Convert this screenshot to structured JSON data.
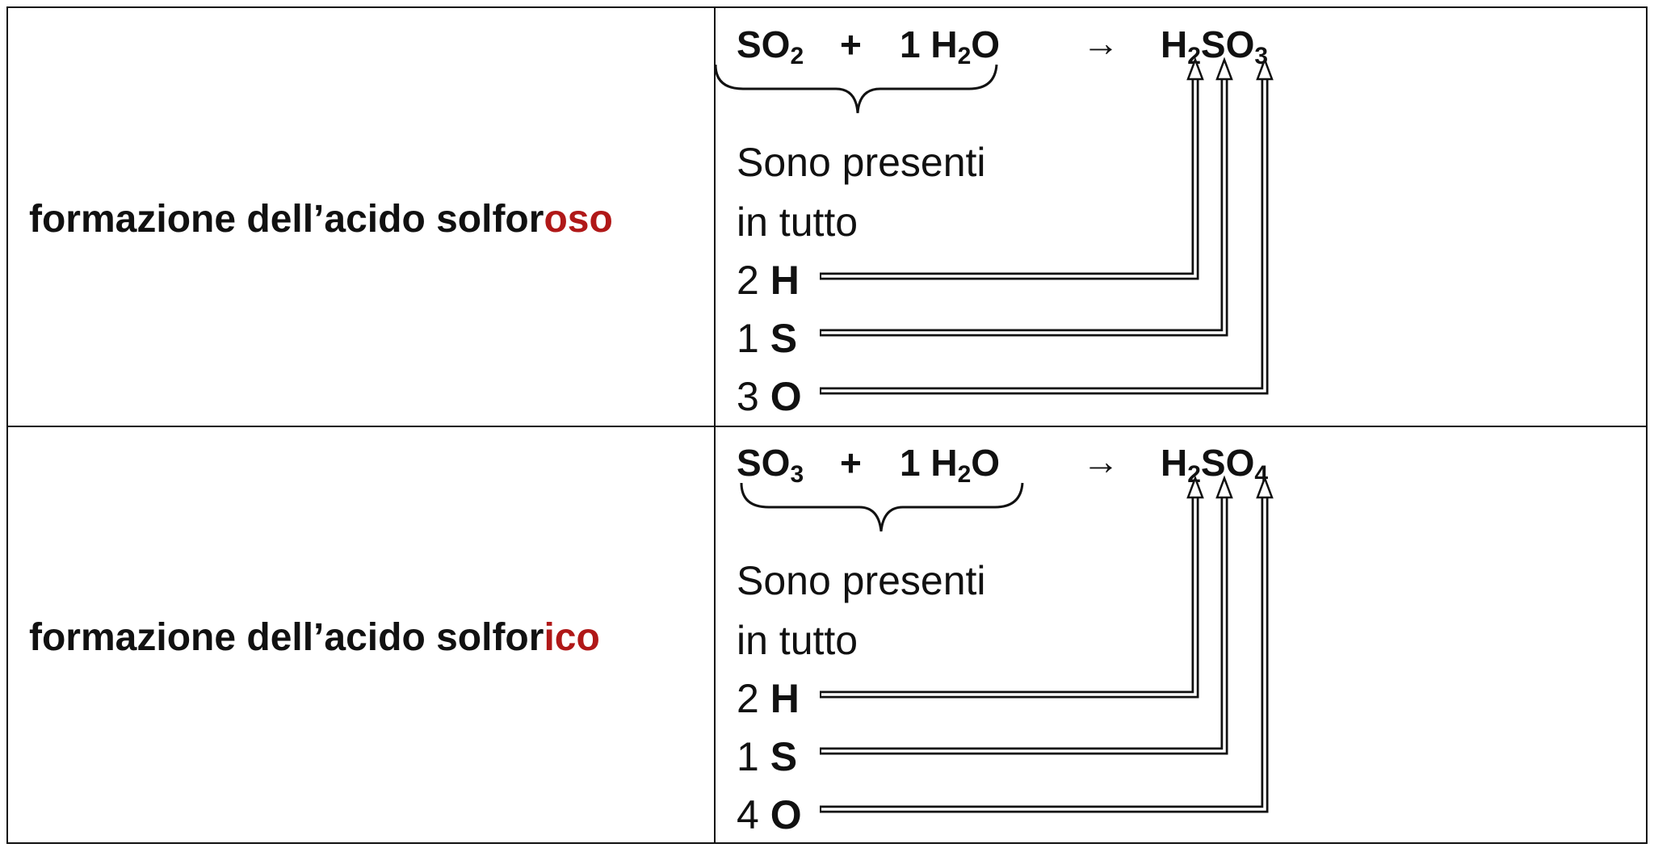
{
  "rows": [
    {
      "label": {
        "base": "formazione dell’acido solfor",
        "suffix": "oso",
        "suffix_color": "#b01818"
      },
      "equation": {
        "reactant1": {
          "el1": "SO",
          "sub1": "2"
        },
        "plus": "+",
        "reactant2": {
          "coef": "1",
          "el1": "H",
          "sub1": "2",
          "el2": "O"
        },
        "arrow": "→",
        "product": {
          "el1": "H",
          "sub1": "2",
          "el2": "SO",
          "sub2": "3"
        }
      },
      "note_line1": "Sono presenti",
      "note_line2": "in tutto",
      "counts": [
        {
          "num": "2",
          "el": "H"
        },
        {
          "num": "1",
          "el": "S"
        },
        {
          "num": "3",
          "el": "O"
        }
      ]
    },
    {
      "label": {
        "base": "formazione dell’acido solfor",
        "suffix": "ico",
        "suffix_color": "#b01818"
      },
      "equation": {
        "reactant1": {
          "el1": "SO",
          "sub1": "3"
        },
        "plus": "+",
        "reactant2": {
          "coef": "1",
          "el1": "H",
          "sub1": "2",
          "el2": "O"
        },
        "arrow": "→",
        "product": {
          "el1": "H",
          "sub1": "2",
          "el2": "SO",
          "sub2": "4"
        }
      },
      "note_line1": "Sono presenti",
      "note_line2": "in tutto",
      "counts": [
        {
          "num": "2",
          "el": "H"
        },
        {
          "num": "1",
          "el": "S"
        },
        {
          "num": "4",
          "el": "O"
        }
      ]
    }
  ]
}
